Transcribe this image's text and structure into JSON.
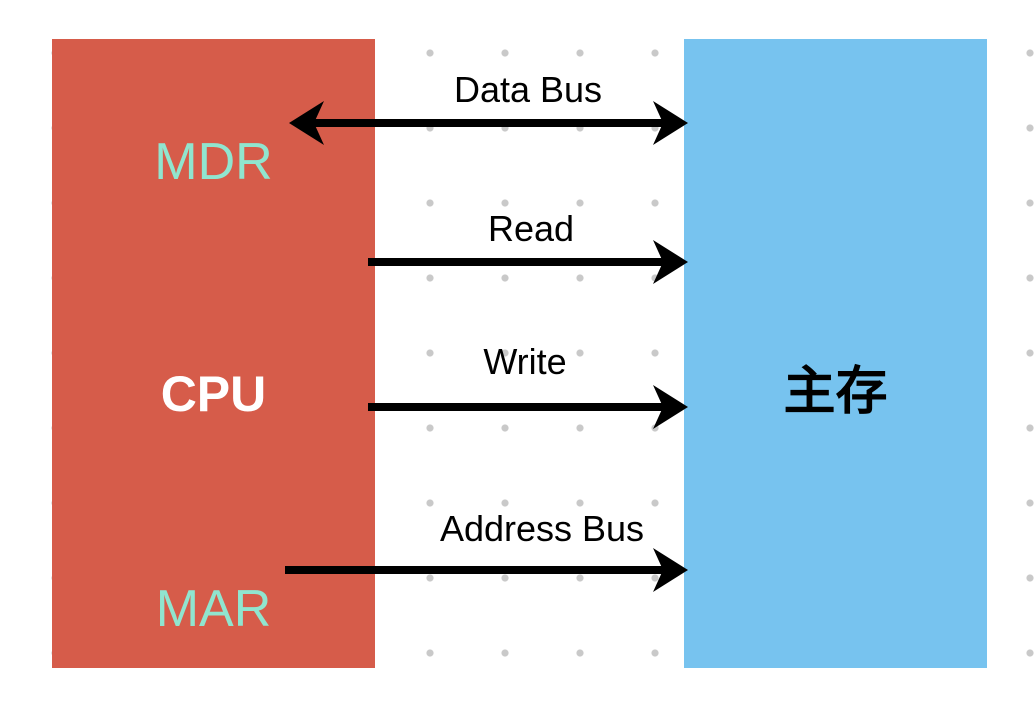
{
  "cpu": {
    "title": "CPU",
    "register_top": "MDR",
    "register_bottom": "MAR"
  },
  "memory": {
    "title": "主存"
  },
  "buses": [
    {
      "id": "data",
      "label": "Data Bus",
      "direction": "bidirectional"
    },
    {
      "id": "read",
      "label": "Read",
      "direction": "cpu-to-memory"
    },
    {
      "id": "write",
      "label": "Write",
      "direction": "cpu-to-memory"
    },
    {
      "id": "address",
      "label": "Address Bus",
      "direction": "cpu-to-memory"
    }
  ],
  "colors": {
    "cpu_box": "#d65c4a",
    "memory_box": "#77c3ef",
    "register_text": "#90e5cf",
    "cpu_title_text": "#ffffff",
    "memory_title_text": "#000000",
    "arrow": "#000000",
    "dot_grid": "#c9c9c9",
    "background": "#ffffff"
  }
}
